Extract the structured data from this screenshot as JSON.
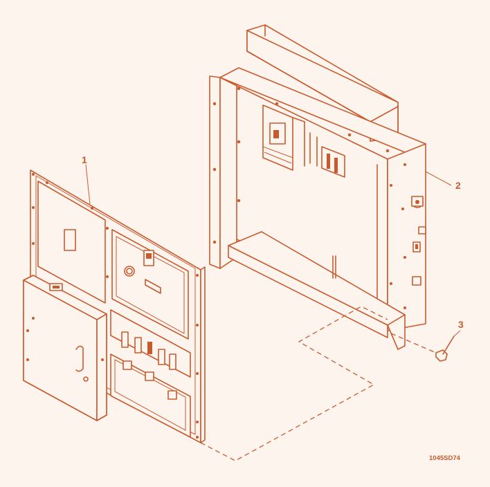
{
  "colors": {
    "ink": "#c95a2e",
    "background": "#fdf4ee"
  },
  "callouts": {
    "item1": "1",
    "item2": "2",
    "item3": "3"
  },
  "figure_code": "1045SD74"
}
